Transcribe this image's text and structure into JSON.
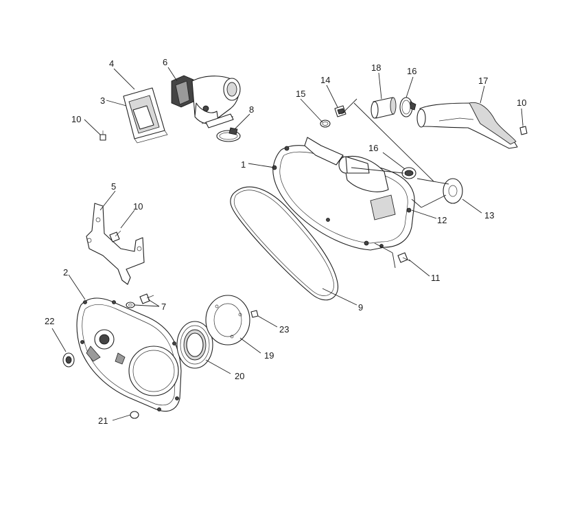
{
  "callouts": [
    {
      "id": "c1",
      "label": "1"
    },
    {
      "id": "c2",
      "label": "2"
    },
    {
      "id": "c3",
      "label": "3"
    },
    {
      "id": "c4",
      "label": "4"
    },
    {
      "id": "c5",
      "label": "5"
    },
    {
      "id": "c6",
      "label": "6"
    },
    {
      "id": "c7",
      "label": "7"
    },
    {
      "id": "c8",
      "label": "8"
    },
    {
      "id": "c9",
      "label": "9"
    },
    {
      "id": "c10a",
      "label": "10"
    },
    {
      "id": "c10b",
      "label": "10"
    },
    {
      "id": "c10c",
      "label": "10"
    },
    {
      "id": "c11",
      "label": "11"
    },
    {
      "id": "c12",
      "label": "12"
    },
    {
      "id": "c13",
      "label": "13"
    },
    {
      "id": "c14",
      "label": "14"
    },
    {
      "id": "c15",
      "label": "15"
    },
    {
      "id": "c16a",
      "label": "16"
    },
    {
      "id": "c16b",
      "label": "16"
    },
    {
      "id": "c17",
      "label": "17"
    },
    {
      "id": "c18",
      "label": "18"
    },
    {
      "id": "c19",
      "label": "19"
    },
    {
      "id": "c20",
      "label": "20"
    },
    {
      "id": "c21",
      "label": "21"
    },
    {
      "id": "c22",
      "label": "22"
    },
    {
      "id": "c23",
      "label": "23"
    }
  ],
  "colors": {
    "line": "#1e1e1e",
    "background": "#ffffff",
    "shade": "#d8d8d8"
  }
}
